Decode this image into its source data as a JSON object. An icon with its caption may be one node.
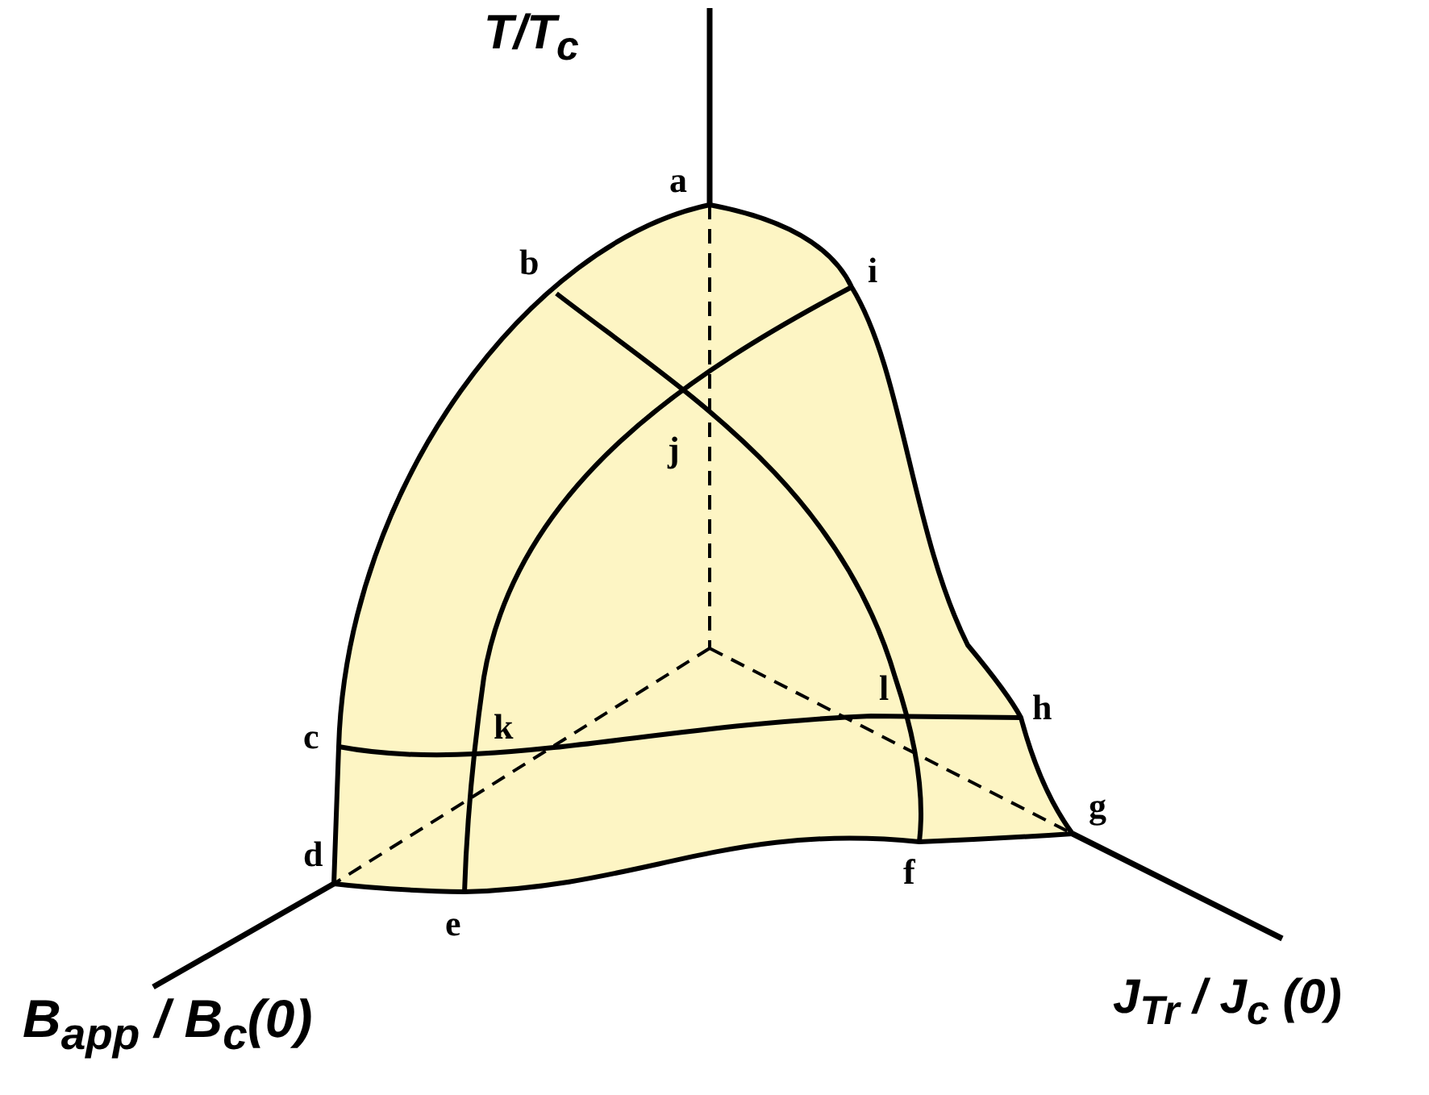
{
  "diagram": {
    "labels": [
      "T/T$_{c}$",
      "a",
      "b",
      "i",
      "j",
      "c",
      "k",
      "l",
      "h",
      "d",
      "e",
      "f",
      "g",
      "B$_{app}$ / B$_{c}$(0)",
      "J$_{Tr}$ / J$_{c}$ (0)"
    ]
  }
}
